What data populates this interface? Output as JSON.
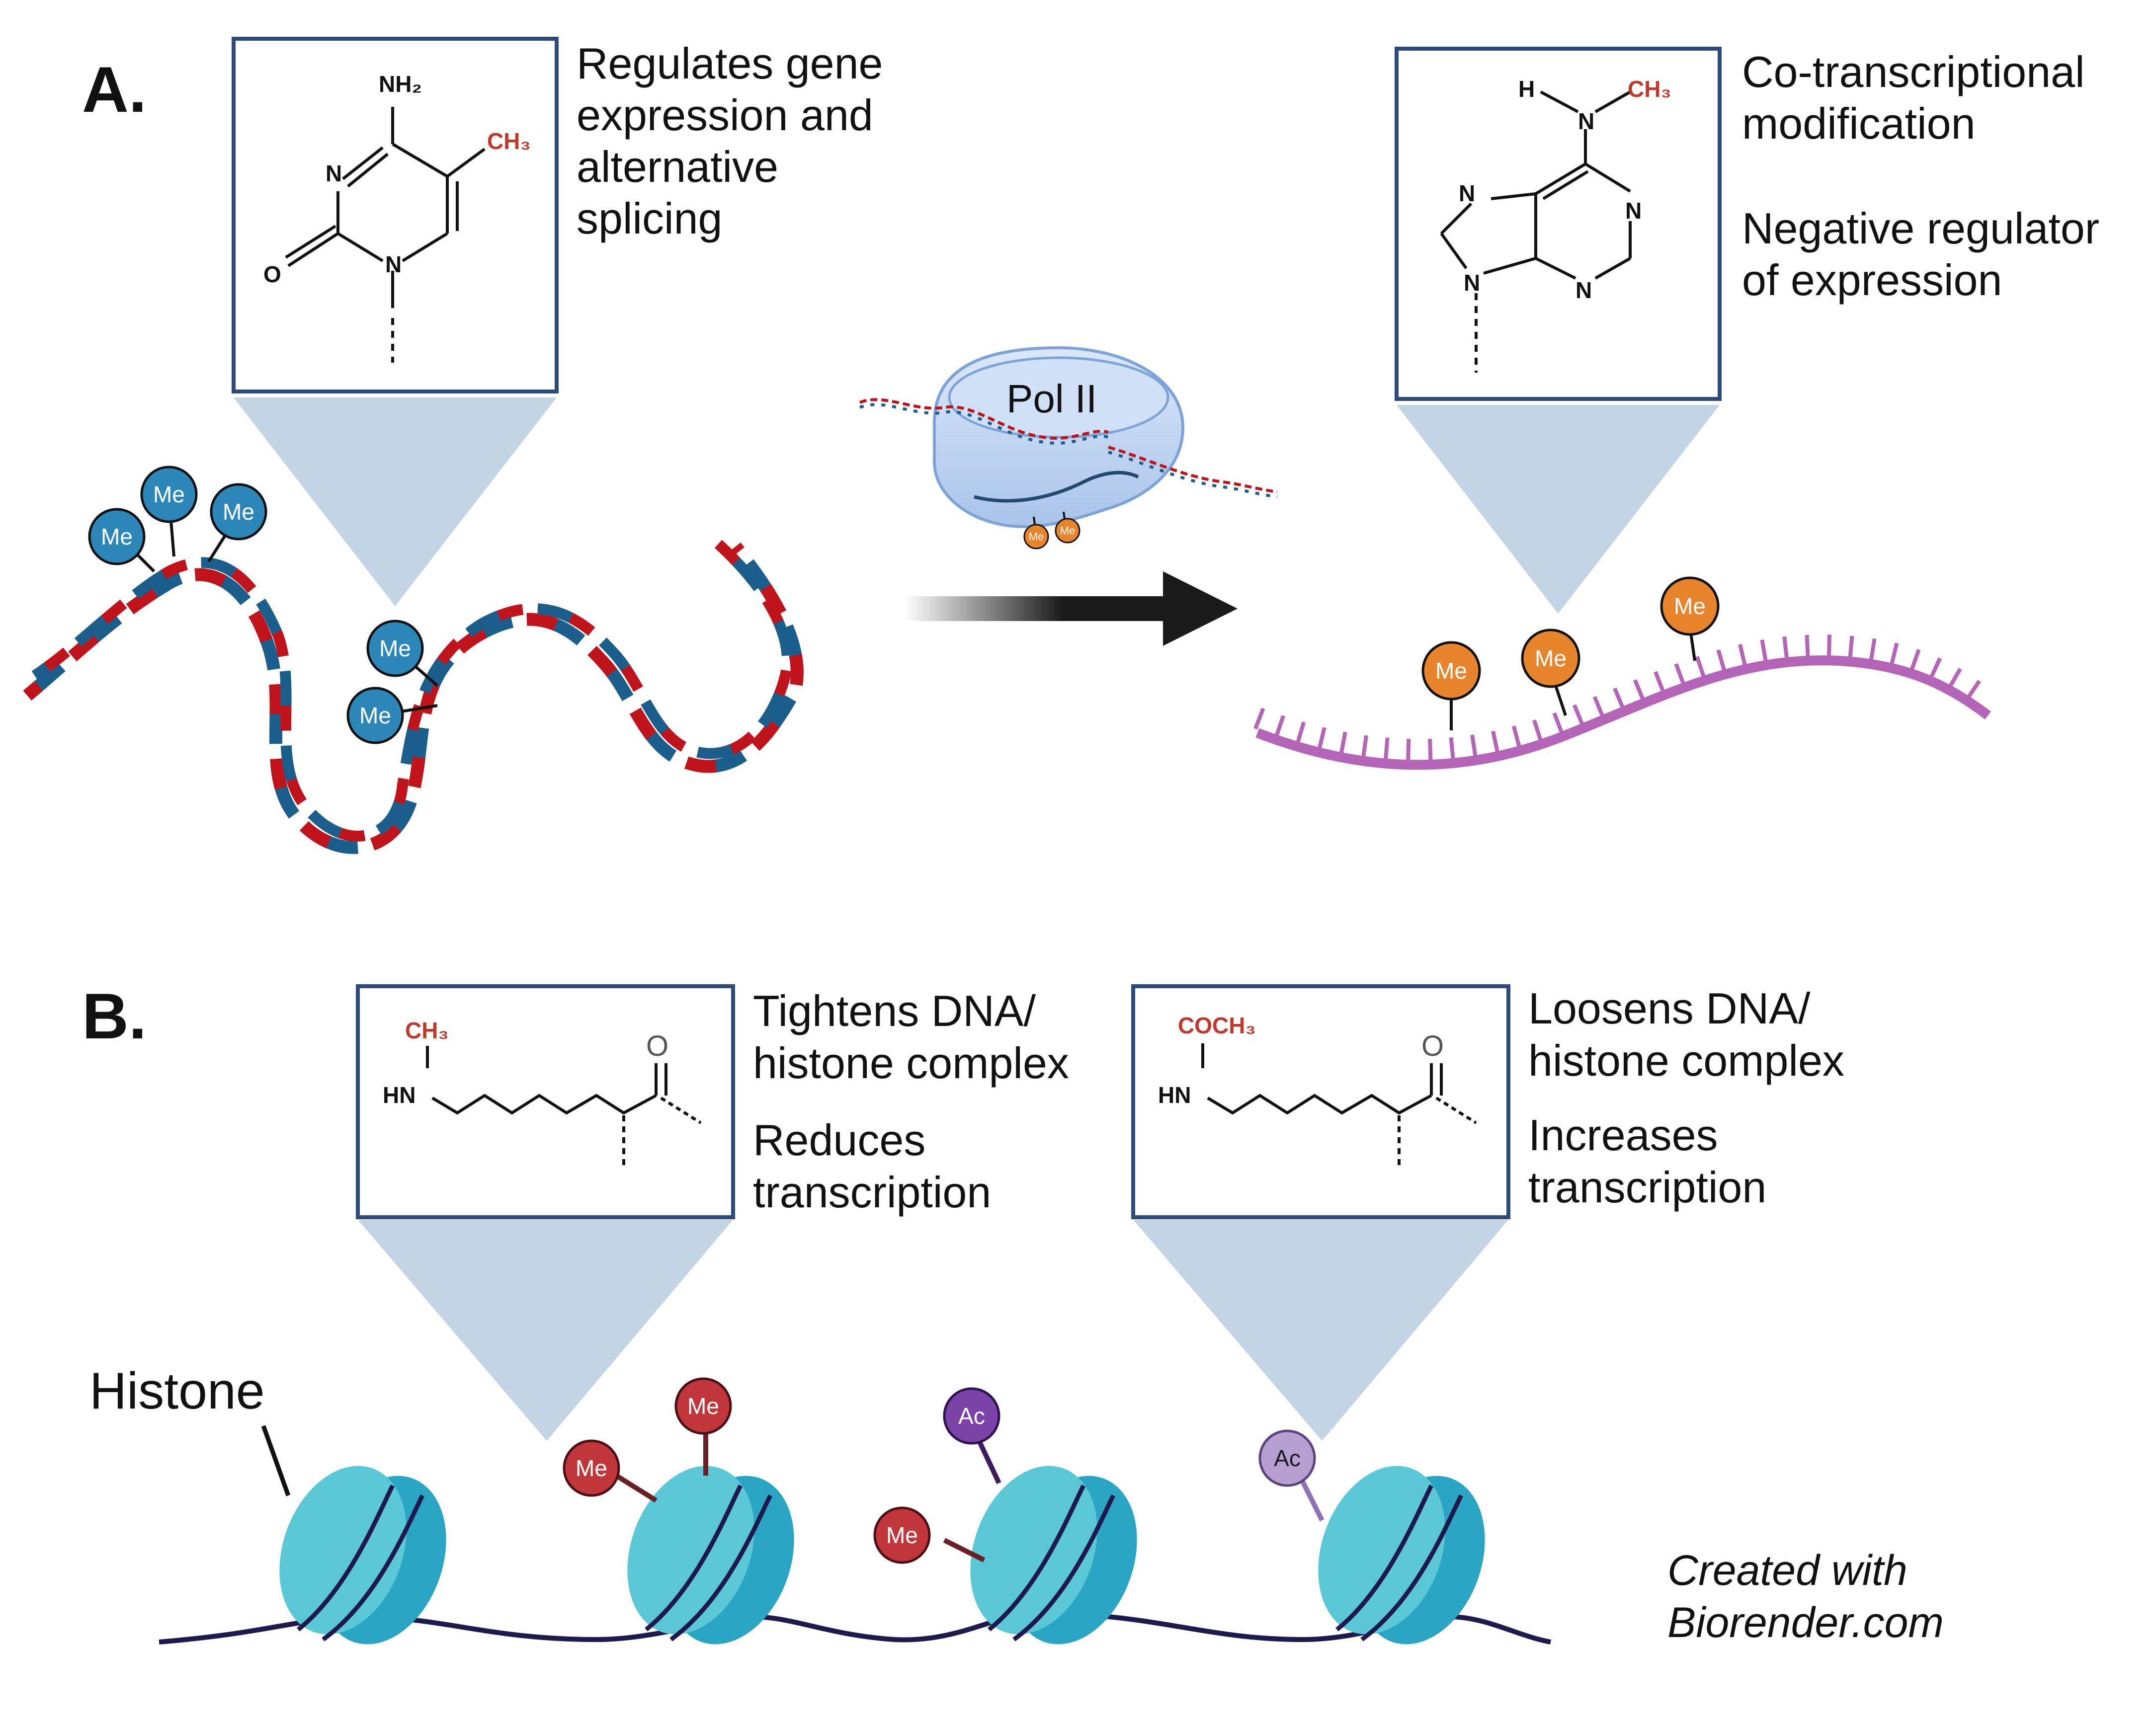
{
  "panel_a": {
    "label": "A.",
    "dna_methylation": {
      "description_lines": [
        "Regulates gene",
        "expression and",
        "alternative",
        "splicing"
      ],
      "structure_labels": {
        "amine": "NH₂",
        "methyl": "CH₃",
        "ring_n": "N",
        "n1": "N",
        "oxygen": "O"
      },
      "marks": [
        "Me",
        "Me",
        "Me",
        "Me",
        "Me"
      ]
    },
    "polymerase": {
      "label": "Pol II",
      "marks": [
        "Me",
        "Me"
      ]
    },
    "rna_methylation": {
      "description_lines": [
        "Co-transcriptional",
        "modification",
        "Negative regulator",
        "of expression"
      ],
      "structure_labels": {
        "h": "H",
        "n_exo": "N",
        "methyl": "CH₃",
        "n7": "N",
        "n1": "N",
        "n9": "N",
        "n3": "N"
      },
      "marks": [
        "Me",
        "Me",
        "Me"
      ]
    }
  },
  "panel_b": {
    "label": "B.",
    "histone_label": "Histone",
    "methylation": {
      "description_lines": [
        "Tightens DNA/",
        "histone complex",
        "Reduces",
        "transcription"
      ],
      "structure_labels": {
        "group": "CH₃",
        "hn": "HN",
        "oxygen": "O"
      }
    },
    "acetylation": {
      "description_lines": [
        "Loosens DNA/",
        "histone complex",
        "Increases",
        "transcription"
      ],
      "structure_labels": {
        "group": "COCH₃",
        "hn": "HN",
        "oxygen": "O"
      }
    },
    "marks": {
      "me": "Me",
      "ac": "Ac"
    }
  },
  "credit_lines": [
    "Created with",
    "Biorender.com"
  ],
  "colors": {
    "dna_red": "#c0141c",
    "dna_blue": "#1b5e8c",
    "me_blue": "#2d86b8",
    "me_orange": "#e8852c",
    "rna_purple": "#b565b7",
    "histone_teal": "#4cc3d3",
    "me_red": "#c0363a",
    "ac_purple": "#7b42a8",
    "ac_light": "#b89fd2",
    "box_border": "#2e4a7a",
    "callout": "#c3d5e5"
  }
}
